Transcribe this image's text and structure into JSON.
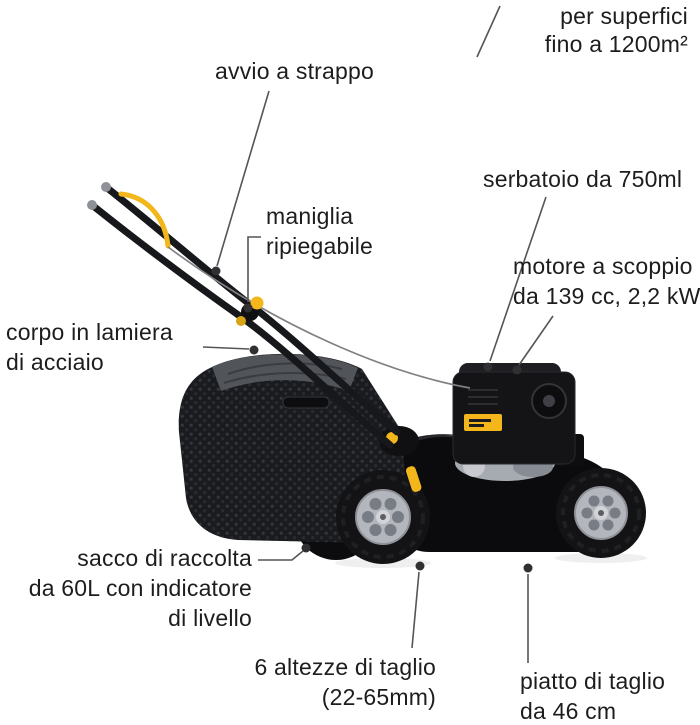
{
  "labels": {
    "area": {
      "lines": [
        "per superfici",
        "fino a 1200m²"
      ]
    },
    "avvio": {
      "lines": [
        "avvio a strappo"
      ]
    },
    "maniglia": {
      "lines": [
        "maniglia",
        "ripiegabile"
      ]
    },
    "serbatoio": {
      "lines": [
        "serbatoio da 750ml"
      ]
    },
    "motore": {
      "lines": [
        "motore a scoppio",
        "da 139 cc, 2,2 kW"
      ]
    },
    "corpo": {
      "lines": [
        "corpo in lamiera",
        "di acciaio"
      ]
    },
    "sacco": {
      "lines": [
        "sacco di raccolta",
        "da 60L con indicatore",
        "di livello"
      ]
    },
    "altezze": {
      "lines": [
        "6 altezze di taglio",
        "(22-65mm)"
      ]
    },
    "piatto": {
      "lines": [
        "piatto di taglio",
        "da 46 cm"
      ]
    }
  },
  "colors": {
    "background": "#ffffff",
    "text": "#1d1d1f",
    "callout_line": "#555557",
    "callout_dot": "#303032",
    "accent_yellow": "#f3b71c",
    "mower_black": "#121214",
    "hub_gray": "#b3b6bd",
    "bag_gray_top": "#515459"
  }
}
